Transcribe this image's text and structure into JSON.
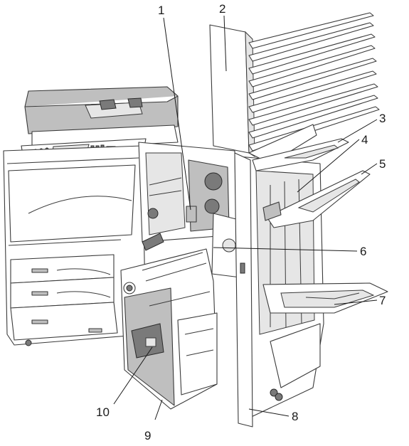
{
  "callouts": [
    {
      "id": "1",
      "text": "1"
    },
    {
      "id": "2",
      "text": "2"
    },
    {
      "id": "3",
      "text": "3"
    },
    {
      "id": "4",
      "text": "4"
    },
    {
      "id": "5",
      "text": "5"
    },
    {
      "id": "6",
      "text": "6"
    },
    {
      "id": "7",
      "text": "7"
    },
    {
      "id": "8",
      "text": "8"
    },
    {
      "id": "9",
      "text": "9"
    },
    {
      "id": "10",
      "text": "10"
    }
  ]
}
